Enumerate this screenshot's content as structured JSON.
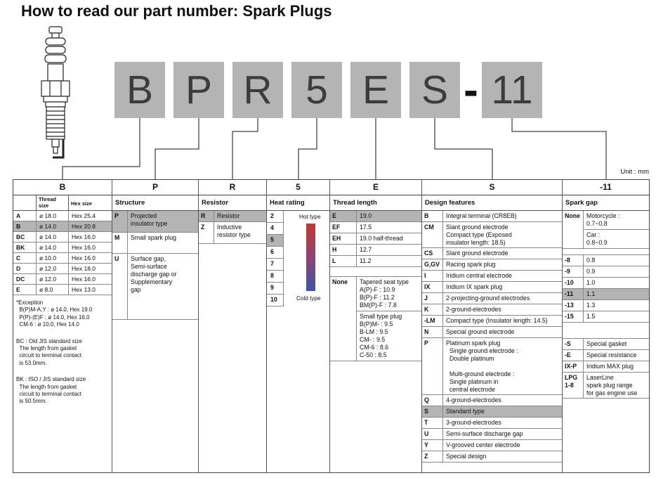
{
  "title": "How to read our part number: Spark Plugs",
  "unit": "Unit : mm",
  "colors": {
    "box_gray": "#b4b4b4",
    "highlight_gray": "#b4b4b4",
    "hot_red": "#c03a2e",
    "cold_blue": "#3b55a6"
  },
  "code": {
    "c1": "B",
    "c2": "P",
    "c3": "R",
    "c4": "5",
    "c5": "E",
    "c6": "S",
    "sep": "-",
    "c7": "11"
  },
  "thread": {
    "header": "B",
    "sub_thread": "Thread\nsize",
    "sub_hex": "Hex size",
    "rows": [
      {
        "code": "A",
        "d": "ø 18.0",
        "hex": "Hex 25.4"
      },
      {
        "code": "B",
        "d": "ø 14.0",
        "hex": "Hex 20.8"
      },
      {
        "code": "BC",
        "d": "ø 14.0",
        "hex": "Hex 16.0"
      },
      {
        "code": "BK",
        "d": "ø 14.0",
        "hex": "Hex 16.0"
      },
      {
        "code": "C",
        "d": "ø 10.0",
        "hex": "Hex 16.0"
      },
      {
        "code": "D",
        "d": "ø 12.0",
        "hex": "Hex 18.0"
      },
      {
        "code": "DC",
        "d": "ø 12.0",
        "hex": "Hex 16.0"
      },
      {
        "code": "E",
        "d": "ø 8.0",
        "hex": "Hex 13.0"
      }
    ],
    "exception": "*Exception\n  B(P)M-A,Y : ø 14.0, Hex 19.0\n  P(P)-(E)F : ø 14.0, Hex 16.0\n  CM-6 : ø 10.0, Hex 14.0",
    "bc_note": "BC : Old JIS standard size\n  The length from gasket\n  circuit to terminal contact\n  is 53.0mm.",
    "bk_note": "BK : ISO / JIS standard size\n  The length from gasket\n  circuit to terminal contact\n  is 50.5mm."
  },
  "structure": {
    "header": "P",
    "label": "Structure",
    "rows": [
      {
        "code": "P",
        "text": "Projected\ninsulator type"
      },
      {
        "code": "M",
        "text": "Small spark plug"
      },
      {
        "code": "U",
        "text": "Surface gap,\nSemi-surface\ndischarge gap or\nSupplementary\ngap"
      }
    ]
  },
  "resistor": {
    "header": "R",
    "label": "Resistor",
    "rows": [
      {
        "code": "R",
        "text": "Resistor"
      },
      {
        "code": "Z",
        "text": "Inductive\nresistor type"
      }
    ]
  },
  "heat": {
    "header": "5",
    "label": "Heat rating",
    "values": [
      "2",
      "4",
      "5",
      "6",
      "7",
      "8",
      "9",
      "10"
    ],
    "hot": "Hot type",
    "cold": "Cold type"
  },
  "thread_length": {
    "header": "E",
    "label": "Thread length",
    "rows": [
      {
        "code": "E",
        "text": "19.0"
      },
      {
        "code": "EF",
        "text": "17.5"
      },
      {
        "code": "EH",
        "text": "19.0 half-thread"
      },
      {
        "code": "H",
        "text": "12.7"
      },
      {
        "code": "L",
        "text": "11.2"
      }
    ],
    "none_code": "None",
    "none_tapered": "Tapered seat type\nA(P)-F : 10.9\nB(P)-F : 11.2\nBM(P)-F : 7.8",
    "none_small": "Small type plug\nB(P)M- : 9.5\nB-LM : 9.5\nCM- : 9.5\nCM-6 : 8.6\nC-50 : 8.5"
  },
  "design": {
    "header": "S",
    "label": "Design features",
    "rows": [
      {
        "code": "B",
        "text": "Integral terminal (CR8EB)"
      },
      {
        "code": "CM",
        "text": "Slant ground electrode\nCompact type (Exposed\ninsulator length: 18.5)"
      },
      {
        "code": "CS",
        "text": "Slant ground electrode"
      },
      {
        "code": "G,GV",
        "text": "Racing spark plug"
      },
      {
        "code": "I",
        "text": "Iridium central electrode"
      },
      {
        "code": "IX",
        "text": "Iridium IX spark plug"
      },
      {
        "code": "J",
        "text": "2-projecting-ground electrodes"
      },
      {
        "code": "K",
        "text": "2-ground-electrodes"
      },
      {
        "code": "-LM",
        "text": "Compact type (Insulator length: 14.5)"
      },
      {
        "code": "N",
        "text": "Special ground electrode"
      },
      {
        "code": "P",
        "text": "Platinum spark plug\n  Single ground electrode :\n  Double platinum\n\n  Multi-ground electrode :\n  Single platinum in\n  central electrode"
      },
      {
        "code": "Q",
        "text": "4-ground-electrodes"
      },
      {
        "code": "S",
        "text": "Standard type"
      },
      {
        "code": "T",
        "text": "3-ground-electrodes"
      },
      {
        "code": "U",
        "text": "Semi-surface discharge gap"
      },
      {
        "code": "Y",
        "text": "V-grooved center electrode"
      },
      {
        "code": "Z",
        "text": "Special design"
      }
    ]
  },
  "gap": {
    "header": "-11",
    "label": "Spark gap",
    "none_code": "None",
    "none_moto": "Motorcycle :\n0.7~0.8",
    "none_car": "Car :\n0.8~0.9",
    "rows": [
      {
        "code": "-8",
        "text": "0.8"
      },
      {
        "code": "-9",
        "text": "0.9"
      },
      {
        "code": "-10",
        "text": "1.0"
      },
      {
        "code": "-11",
        "text": "1.1"
      },
      {
        "code": "-13",
        "text": "1.3"
      },
      {
        "code": "-15",
        "text": "1.5"
      }
    ],
    "special_rows": [
      {
        "code": "-S",
        "text": "Special gasket"
      },
      {
        "code": "-E",
        "text": "Special resistance"
      },
      {
        "code": "IX-P",
        "text": "Iridium MAX plug"
      },
      {
        "code": "LPG\n1-8",
        "text": "LaserLine\nspark plug range\nfor gas engine use"
      }
    ]
  }
}
